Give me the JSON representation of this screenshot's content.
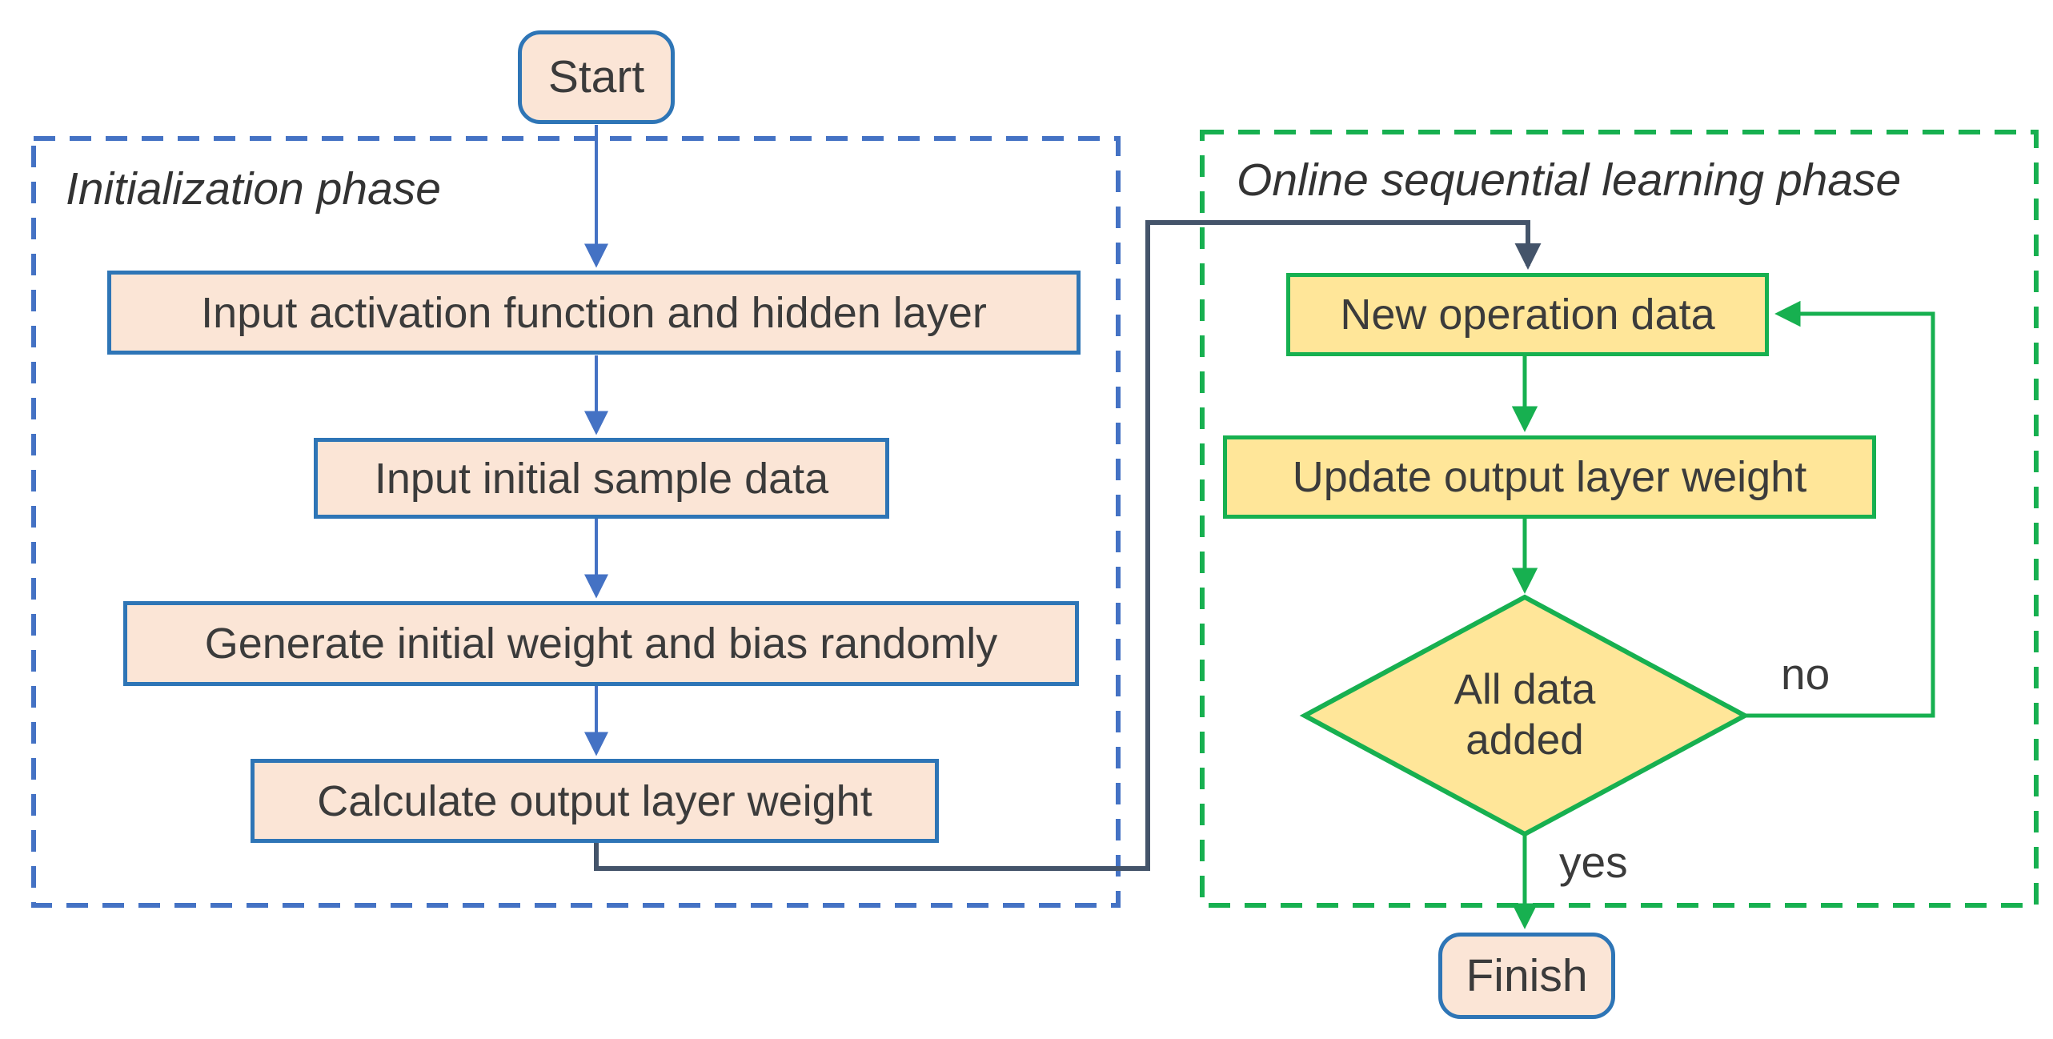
{
  "colors": {
    "node_fill_peach": "#fbe5d6",
    "node_border_blue": "#2e75b6",
    "arrow_blue": "#4472c4",
    "phase_border_blue": "#4472c4",
    "node_fill_yellow": "#ffe699",
    "node_border_green": "#17b050",
    "arrow_green": "#17b050",
    "phase_border_green": "#17b050",
    "connector_dark": "#44546a",
    "text_color": "#3b3b3b"
  },
  "phases": {
    "initialization": {
      "label": "Initialization phase"
    },
    "online": {
      "label": "Online sequential learning phase"
    }
  },
  "nodes": {
    "start": "Start",
    "input_activation": "Input activation function and hidden layer",
    "input_sample": "Input initial sample data",
    "generate_weight": "Generate initial weight and bias randomly",
    "calculate_output": "Calculate output layer weight",
    "new_operation": "New operation data",
    "update_output": "Update output layer weight",
    "decision": {
      "line1": "All data",
      "line2": "added"
    },
    "finish": "Finish"
  },
  "edges": {
    "no": "no",
    "yes": "yes"
  }
}
